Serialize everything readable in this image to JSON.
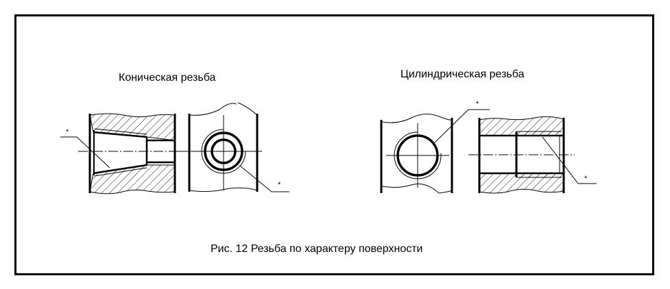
{
  "figure": {
    "caption": "Рис. 12 Резьба по характеру поверхности",
    "panels": [
      {
        "id": "conical",
        "title": "Коническая резьба",
        "views": [
          "section-view",
          "end-view"
        ],
        "callout_mark": "*"
      },
      {
        "id": "cylindrical",
        "title": "Цилиндрическая резьба",
        "views": [
          "end-view",
          "section-view"
        ],
        "callout_mark": "*"
      }
    ]
  },
  "marks": {
    "conical_section": "*",
    "conical_end": "*",
    "cyl_end": "*",
    "cyl_section": "*"
  },
  "colors": {
    "line": "#000000",
    "background": "#ffffff"
  }
}
